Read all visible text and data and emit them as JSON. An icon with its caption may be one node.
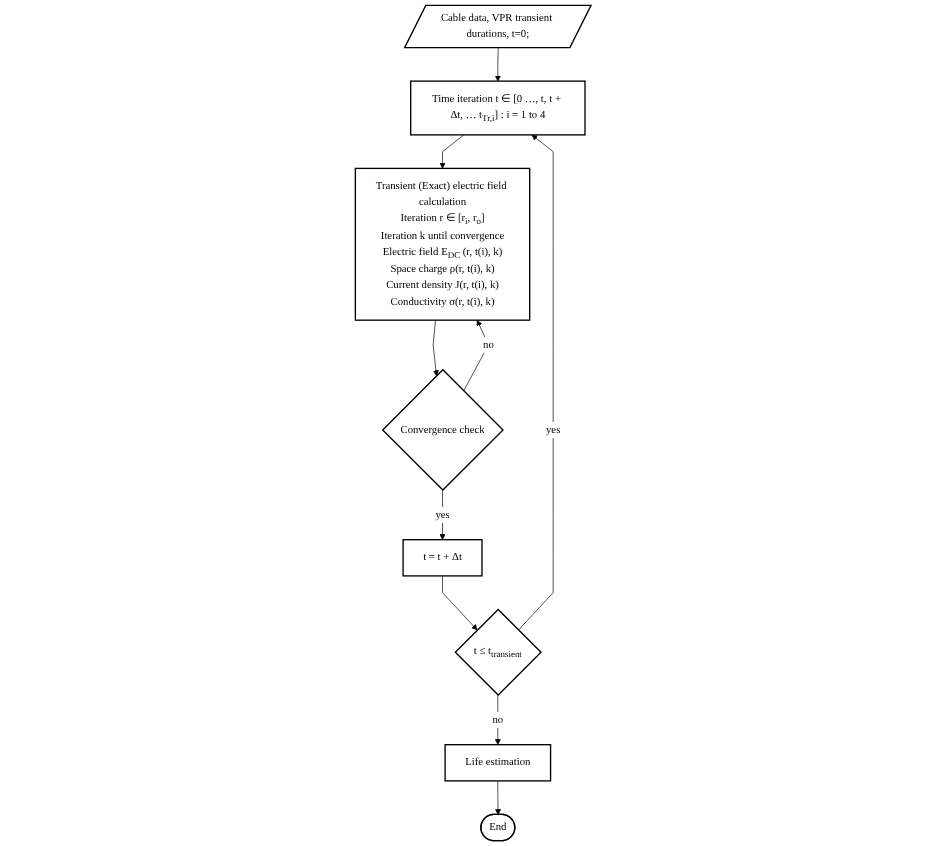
{
  "diagram": {
    "nodes": [
      {
        "text": [
          "Cable data, VPR transient durations, t=0;"
        ]
      },
      {
        "text": [
          "Time iteration t ∈ [0 …, t, t + Δt, … t$_{Tr,i}$] : i = 1 to 4"
        ]
      },
      {
        "text": [
          "Transient (Exact) electric field calculation",
          "Iteration r ∈ [r$_{i}$, r$_{o}$]",
          "Iteration k until convergence",
          "Electric field E$_{DC}$ (r, t(i), k)",
          "Space charge ρ(r, t(i), k)",
          "Current density J(r, t(i), k)",
          "Conductivity σ(r, t(i), k)"
        ]
      },
      {
        "text": [
          "Convergence check"
        ]
      },
      {
        "text": [
          "t = t + Δt"
        ]
      },
      {
        "text": [
          "t ≤ t$_{transient}$"
        ]
      },
      {
        "text": [
          "Life estimation"
        ]
      },
      {
        "text": [
          "End"
        ]
      }
    ],
    "edges": [
      {
        "from": 0,
        "to": 1,
        "arrow": "to"
      },
      {
        "from": 1,
        "to": 2,
        "arrow": "to"
      },
      {
        "from": 2,
        "to": 3,
        "arrow": "to"
      },
      {
        "from": 3,
        "to": 2,
        "arrow": "to",
        "label": "no"
      },
      {
        "from": 3,
        "to": 4,
        "arrow": "to",
        "label": "yes"
      },
      {
        "from": 4,
        "to": 5,
        "arrow": "to"
      },
      {
        "from": 5,
        "to": 1,
        "arrow": "to",
        "label": "yes"
      },
      {
        "from": 5,
        "to": 6,
        "arrow": "to",
        "label": "no"
      },
      {
        "from": 6,
        "to": 7,
        "arrow": "to"
      }
    ]
  }
}
